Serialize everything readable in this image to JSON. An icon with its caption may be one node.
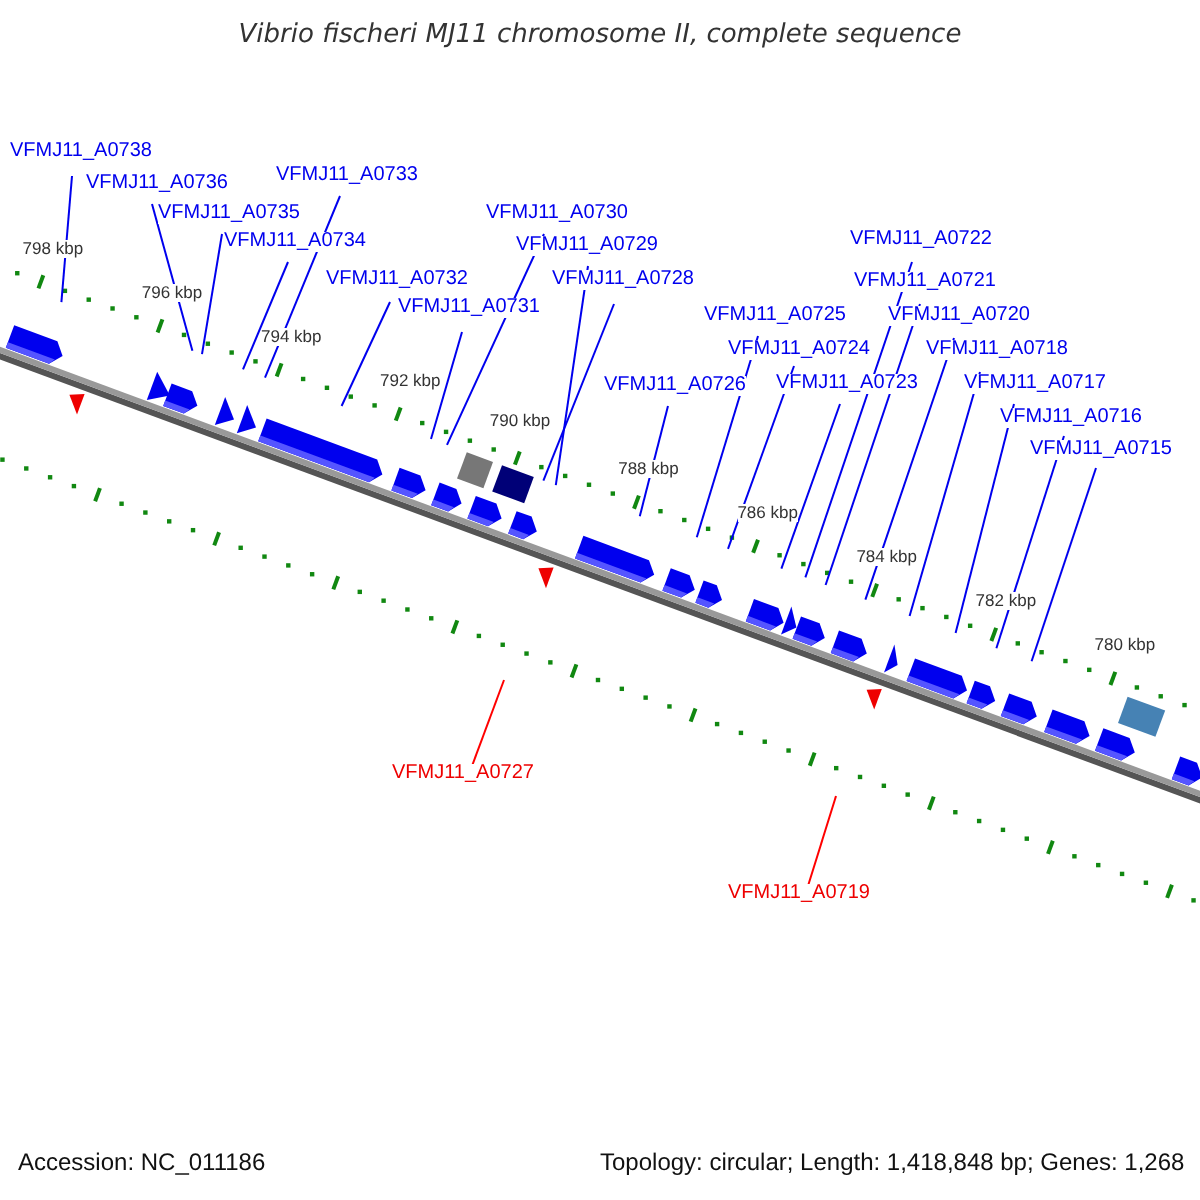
{
  "diagram": {
    "title": "Vibrio fischeri MJ11 chromosome II, complete sequence",
    "nodes": [
      {
        "text": [
          "VFMJ11_A0738"
        ]
      },
      {
        "text": [
          "VFMJ11_A0736"
        ]
      },
      {
        "text": [
          "VFMJ11_A0733"
        ]
      },
      {
        "text": [
          "VFMJ11_A0735"
        ]
      },
      {
        "text": [
          "VFMJ11_A0734"
        ]
      },
      {
        "text": [
          "VFMJ11_A0730"
        ]
      },
      {
        "text": [
          "VFMJ11_A0729"
        ]
      },
      {
        "text": [
          "VFMJ11_A0732"
        ]
      },
      {
        "text": [
          "VFMJ11_A0728"
        ]
      },
      {
        "text": [
          "VFMJ11_A0731"
        ]
      },
      {
        "text": [
          "VFMJ11_A0722"
        ]
      },
      {
        "text": [
          "VFMJ11_A0725"
        ]
      },
      {
        "text": [
          "VFMJ11_A0721"
        ]
      },
      {
        "text": [
          "VFMJ11_A0724"
        ]
      },
      {
        "text": [
          "VFMJ11_A0720"
        ]
      },
      {
        "text": [
          "VFMJ11_A0718"
        ]
      },
      {
        "text": [
          "VFMJ11_A0726"
        ]
      },
      {
        "text": [
          "VFMJ11_A0723"
        ]
      },
      {
        "text": [
          "VFMJ11_A0717"
        ]
      },
      {
        "text": [
          "VFMJ11_A0716"
        ]
      },
      {
        "text": [
          "VFMJ11_A0715"
        ]
      },
      {
        "text": [
          "VFMJ11_A0727"
        ]
      },
      {
        "text": [
          "VFMJ11_A0719"
        ]
      }
    ],
    "edges": [
      {
        "from": 0,
        "to": null,
        "arrow": "none"
      },
      {
        "from": 1,
        "to": null,
        "arrow": "none"
      },
      {
        "from": 2,
        "to": null,
        "arrow": "none"
      },
      {
        "from": 3,
        "to": null,
        "arrow": "none"
      },
      {
        "from": 4,
        "to": null,
        "arrow": "none"
      },
      {
        "from": 5,
        "to": null,
        "arrow": "none"
      },
      {
        "from": 6,
        "to": null,
        "arrow": "none"
      },
      {
        "from": 7,
        "to": null,
        "arrow": "none"
      },
      {
        "from": 8,
        "to": null,
        "arrow": "none"
      },
      {
        "from": 9,
        "to": null,
        "arrow": "none"
      },
      {
        "from": 10,
        "to": null,
        "arrow": "none"
      },
      {
        "from": 11,
        "to": null,
        "arrow": "none"
      },
      {
        "from": 12,
        "to": null,
        "arrow": "none"
      },
      {
        "from": 13,
        "to": null,
        "arrow": "none"
      },
      {
        "from": 14,
        "to": null,
        "arrow": "none"
      },
      {
        "from": 15,
        "to": null,
        "arrow": "none"
      },
      {
        "from": 16,
        "to": null,
        "arrow": "none"
      },
      {
        "from": 17,
        "to": null,
        "arrow": "none"
      },
      {
        "from": 18,
        "to": null,
        "arrow": "none"
      },
      {
        "from": 19,
        "to": null,
        "arrow": "none"
      },
      {
        "from": 20,
        "to": null,
        "arrow": "none"
      },
      {
        "from": 21,
        "to": null,
        "arrow": "none",
        "color": "#ff0000"
      },
      {
        "from": 22,
        "to": null,
        "arrow": "none",
        "color": "#ff0000"
      }
    ],
    "labels": [
      "798 kbp",
      "796 kbp",
      "794 kbp",
      "792 kbp",
      "790 kbp",
      "788 kbp",
      "786 kbp",
      "784 kbp",
      "782 kbp",
      "780 kbp",
      "Accession: NC_011186",
      "Topology: circular; Length: 1,418,848 bp; Genes: 1,268"
    ]
  }
}
